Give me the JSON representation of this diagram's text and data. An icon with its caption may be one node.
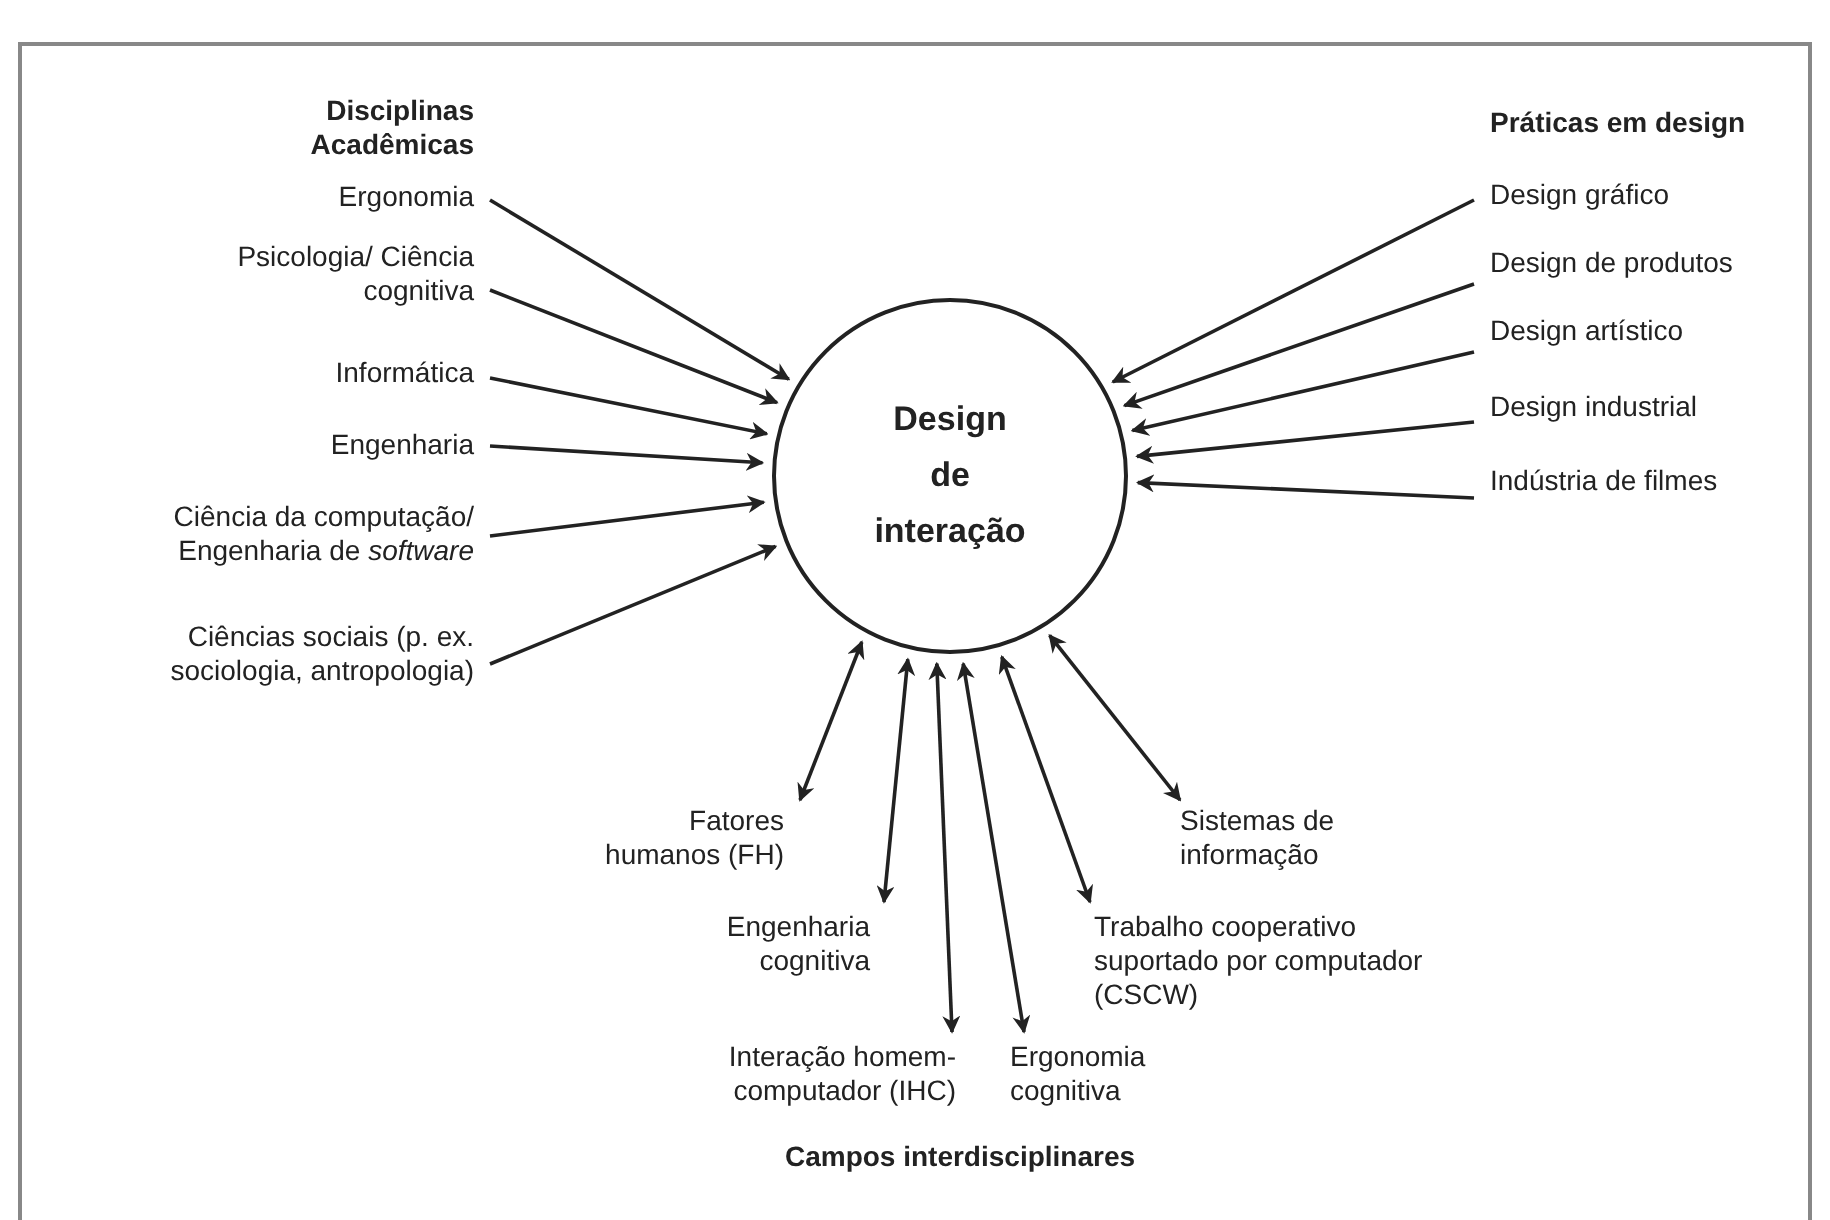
{
  "diagram": {
    "nodes": [
      {
        "text": [
          "Design de interação"
        ]
      },
      {
        "text": [
          "Ergonomia"
        ]
      },
      {
        "text": [
          "Psicologia/ Ciência cognitiva"
        ]
      },
      {
        "text": [
          "Informática"
        ]
      },
      {
        "text": [
          "Engenharia"
        ]
      },
      {
        "text": [
          "Ciência da computação/ Engenharia de *software*"
        ]
      },
      {
        "text": [
          "Ciências sociais (p. ex. sociologia, antropologia)"
        ]
      },
      {
        "text": [
          "Design gráfico"
        ]
      },
      {
        "text": [
          "Design de produtos"
        ]
      },
      {
        "text": [
          "Design artístico"
        ]
      },
      {
        "text": [
          "Design industrial"
        ]
      },
      {
        "text": [
          "Indústria de filmes"
        ]
      },
      {
        "text": [
          "Fatores humanos (FH)"
        ]
      },
      {
        "text": [
          "Engenharia cognitiva"
        ]
      },
      {
        "text": [
          "Interação homem-computador (IHC)"
        ]
      },
      {
        "text": [
          "Ergonomia cognitiva"
        ]
      },
      {
        "text": [
          "Trabalho cooperativo suportado por computador (CSCW)"
        ]
      },
      {
        "text": [
          "Sistemas de informação"
        ]
      }
    ],
    "edges": [
      {
        "from": 1,
        "to": 0,
        "arrow": "to"
      },
      {
        "from": 2,
        "to": 0,
        "arrow": "to"
      },
      {
        "from": 3,
        "to": 0,
        "arrow": "to"
      },
      {
        "from": 4,
        "to": 0,
        "arrow": "to"
      },
      {
        "from": 5,
        "to": 0,
        "arrow": "to"
      },
      {
        "from": 6,
        "to": 0,
        "arrow": "to"
      },
      {
        "from": 7,
        "to": 0,
        "arrow": "to"
      },
      {
        "from": 8,
        "to": 0,
        "arrow": "to"
      },
      {
        "from": 9,
        "to": 0,
        "arrow": "to"
      },
      {
        "from": 10,
        "to": 0,
        "arrow": "to"
      },
      {
        "from": 11,
        "to": 0,
        "arrow": "to"
      },
      {
        "from": 0,
        "to": 12,
        "arrow": "both"
      },
      {
        "from": 0,
        "to": 13,
        "arrow": "both"
      },
      {
        "from": 0,
        "to": 14,
        "arrow": "both"
      },
      {
        "from": 0,
        "to": 15,
        "arrow": "both"
      },
      {
        "from": 0,
        "to": 16,
        "arrow": "both"
      },
      {
        "from": 0,
        "to": 17,
        "arrow": "both"
      }
    ],
    "labels": [
      "Disciplinas Acadêmicas",
      "Práticas em design",
      "Campos interdisciplinares"
    ]
  }
}
